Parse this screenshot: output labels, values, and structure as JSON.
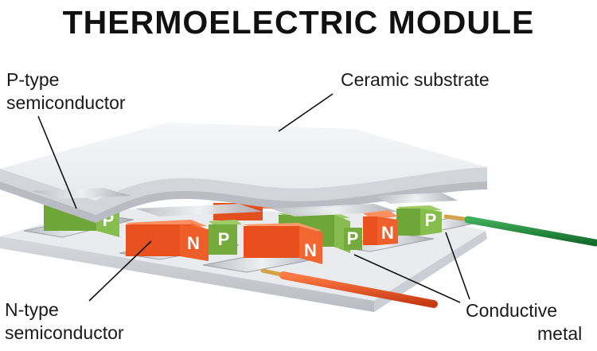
{
  "title": "THERMOELECTRIC MODULE",
  "labels": {
    "p_type_line1": "P-type",
    "p_type_line2": "semiconductor",
    "ceramic": "Ceramic substrate",
    "n_type_line1": "N-type",
    "n_type_line2": "semiconductor",
    "conductive_line1": "Conductive",
    "conductive_line2": "metal"
  },
  "pellet_letters": {
    "p": "P",
    "n": "N"
  },
  "colors": {
    "p_pellet": "#7db443",
    "n_pellet": "#ee5a24",
    "ceramic": "#eceef2",
    "conductive": "#c8cbd0",
    "wire_green": "#1f8a3c",
    "wire_red": "#e8481c"
  }
}
